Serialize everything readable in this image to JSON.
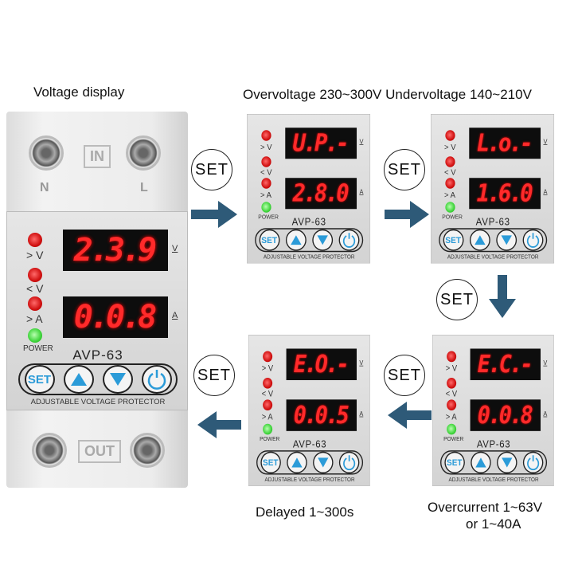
{
  "labels": {
    "voltage_display": "Voltage display",
    "over_under": "Overvoltage 230~300V Undervoltage 140~210V",
    "delayed": "Delayed 1~300s",
    "overcurrent_1": "Overcurrent 1~63V",
    "overcurrent_2": "or 1~40A"
  },
  "device": {
    "in_label": "IN",
    "out_label": "OUT",
    "n_label": "N",
    "l_label": "L"
  },
  "panel_text": {
    "gt_v": "> V",
    "lt_v": "< V",
    "gt_a": "> A",
    "power": "POWER",
    "unit_v": "V",
    "unit_a": "A",
    "model": "AVP-63",
    "set": "SET",
    "footer": "ADJUSTABLE VOLTAGE PROTECTOR"
  },
  "panels": [
    {
      "top": "2.3.9",
      "bottom": "0.0.8"
    },
    {
      "top": "U.P.-",
      "bottom": "2.8.0"
    },
    {
      "top": "L.o.-",
      "bottom": "1.6.0"
    },
    {
      "top": "E.O.-",
      "bottom": "0.0.5"
    },
    {
      "top": "E.C.-",
      "bottom": "0.0.8"
    }
  ],
  "set_label": "SET",
  "colors": {
    "arrow": "#2e5a78",
    "led_red": "#d01010",
    "led_green": "#3ed43a",
    "digit": "#ff2a2a"
  }
}
